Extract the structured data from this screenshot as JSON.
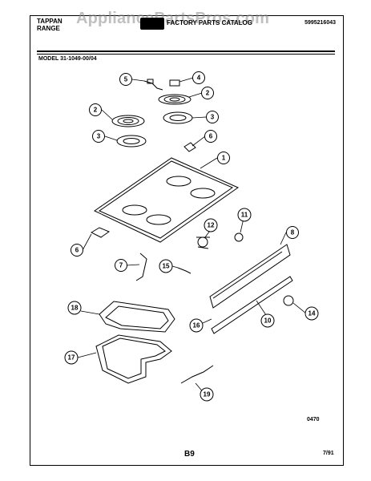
{
  "header": {
    "brand_line1": "TAPPAN",
    "brand_line2": "RANGE",
    "catalog_title": "FACTORY PARTS CATALOG",
    "document_number": "5995216043",
    "watermark": "AppliancePartsPros.com"
  },
  "model": "MODEL 31-1049-00/04",
  "footer": {
    "code": "0470",
    "page": "B9",
    "date": "7/91"
  },
  "callouts": [
    "5",
    "4",
    "2",
    "2",
    "3",
    "3",
    "6",
    "1",
    "12",
    "11",
    "8",
    "6",
    "7",
    "15",
    "18",
    "14",
    "16",
    "10",
    "17",
    "19"
  ]
}
